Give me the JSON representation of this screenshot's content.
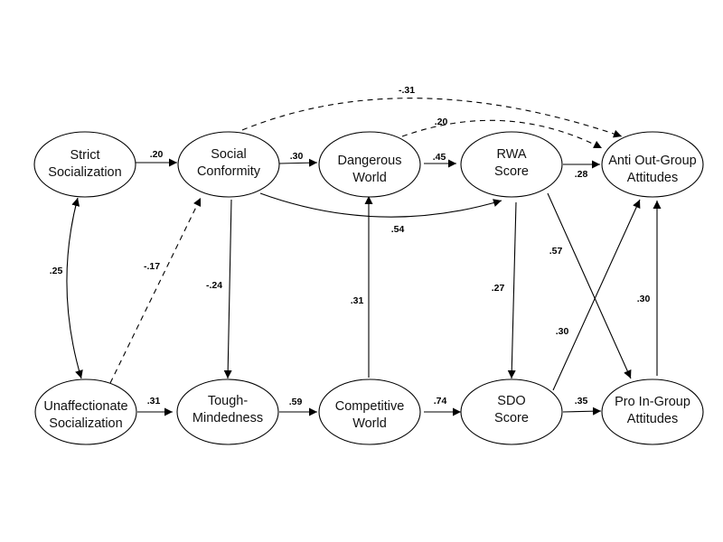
{
  "diagram": {
    "type": "path-model",
    "nodes": [
      {
        "id": "strict",
        "lines": [
          "Strict",
          "Socialization"
        ]
      },
      {
        "id": "social",
        "lines": [
          "Social",
          "Conformity"
        ]
      },
      {
        "id": "danger",
        "lines": [
          "Dangerous",
          "World"
        ]
      },
      {
        "id": "rwa",
        "lines": [
          "RWA",
          "Score"
        ]
      },
      {
        "id": "anti",
        "lines": [
          "Anti Out-Group",
          "Attitudes"
        ]
      },
      {
        "id": "unaff",
        "lines": [
          "Unaffectionate",
          "Socialization"
        ]
      },
      {
        "id": "tough",
        "lines": [
          "Tough-",
          "Mindedness"
        ]
      },
      {
        "id": "compet",
        "lines": [
          "Competitive",
          "World"
        ]
      },
      {
        "id": "sdo",
        "lines": [
          "SDO",
          "Score"
        ]
      },
      {
        "id": "pro",
        "lines": [
          "Pro In-Group",
          "Attitudes"
        ]
      }
    ],
    "edges": [
      {
        "from": "strict",
        "to": "social",
        "label": ".20",
        "style": "solid"
      },
      {
        "from": "social",
        "to": "danger",
        "label": ".30",
        "style": "solid"
      },
      {
        "from": "danger",
        "to": "rwa",
        "label": ".45",
        "style": "solid"
      },
      {
        "from": "rwa",
        "to": "anti",
        "label": ".28",
        "style": "solid"
      },
      {
        "from": "social",
        "to": "anti",
        "label": "-.31",
        "style": "dashed"
      },
      {
        "from": "danger",
        "to": "anti",
        "label": ".20",
        "style": "dashed"
      },
      {
        "from": "social",
        "to": "rwa",
        "label": ".54",
        "style": "solid"
      },
      {
        "from": "strict",
        "to": "unaff",
        "label": ".25",
        "style": "solid",
        "bidirectional": true
      },
      {
        "from": "unaff",
        "to": "social",
        "label": "-.17",
        "style": "dashed"
      },
      {
        "from": "social",
        "to": "tough",
        "label": "-.24",
        "style": "solid"
      },
      {
        "from": "compet",
        "to": "danger",
        "label": ".31",
        "style": "solid"
      },
      {
        "from": "rwa",
        "to": "sdo",
        "label": ".27",
        "style": "solid"
      },
      {
        "from": "rwa",
        "to": "pro",
        "label": ".57",
        "style": "solid"
      },
      {
        "from": "sdo",
        "to": "anti",
        "label": ".30",
        "style": "solid"
      },
      {
        "from": "pro",
        "to": "anti",
        "label": ".30",
        "style": "solid"
      },
      {
        "from": "unaff",
        "to": "tough",
        "label": ".31",
        "style": "solid"
      },
      {
        "from": "tough",
        "to": "compet",
        "label": ".59",
        "style": "solid"
      },
      {
        "from": "compet",
        "to": "sdo",
        "label": ".74",
        "style": "solid"
      },
      {
        "from": "sdo",
        "to": "pro",
        "label": ".35",
        "style": "solid"
      }
    ]
  }
}
